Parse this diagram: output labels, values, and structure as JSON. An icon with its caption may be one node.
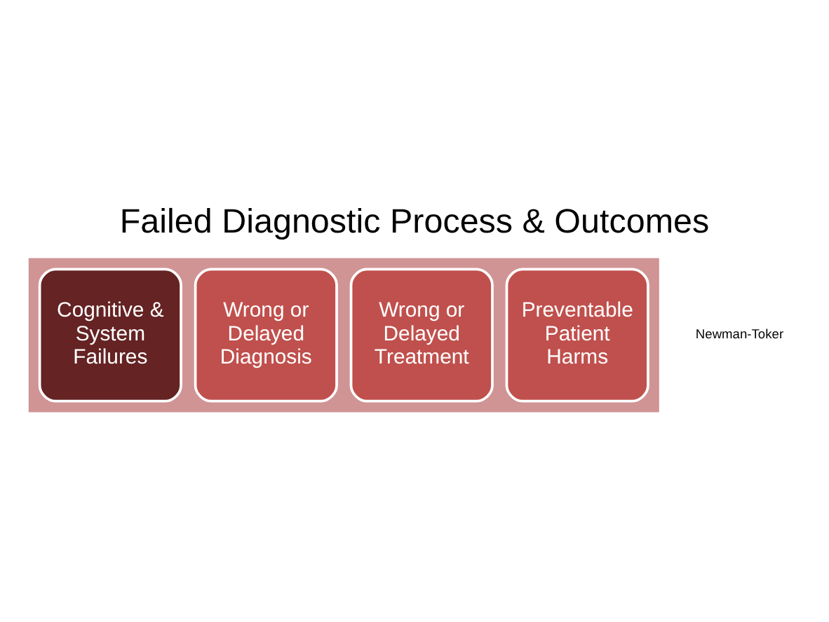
{
  "diagram": {
    "title": "Failed Diagnostic Process & Outcomes",
    "nodes": [
      {
        "text": [],
        "shape": "arrow"
      },
      {
        "text": [
          "Cognitive & System Failures"
        ],
        "in": 0
      },
      {
        "text": [
          "Wrong or Delayed Diagnosis"
        ],
        "in": 0
      },
      {
        "text": [
          "Wrong or Delayed Treatment"
        ],
        "in": 0
      },
      {
        "text": [
          "Preventable Patient Harms"
        ],
        "in": 0
      }
    ],
    "edges": [],
    "labels": [
      "Newman-Toker"
    ]
  }
}
